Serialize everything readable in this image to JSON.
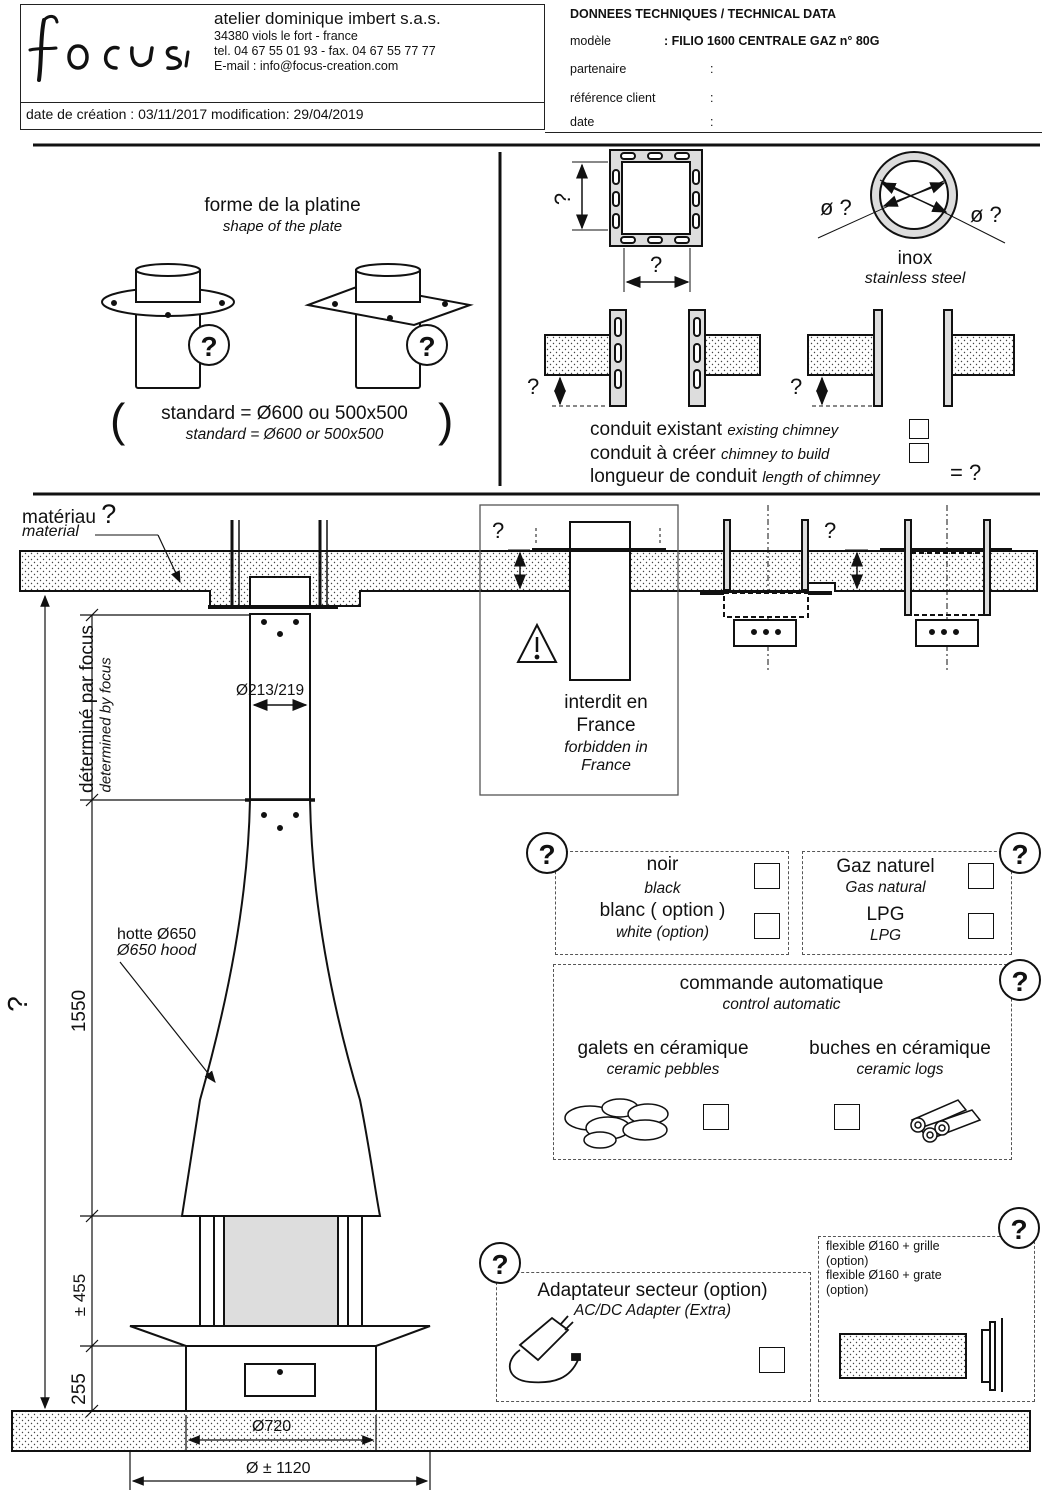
{
  "header": {
    "logo_text": "focus",
    "company": "atelier dominique imbert s.a.s.",
    "address": "34380 viols le fort  -   france",
    "phone": "tel. 04 67 55 01 93  -   fax. 04 67 55 77 77",
    "email": "E-mail : info@focus-creation.com",
    "dates": "date de création : 03/11/2017  modification: 29/04/2019"
  },
  "tech": {
    "title": "DONNEES TECHNIQUES / TECHNICAL DATA",
    "rows": [
      {
        "label": "modèle",
        "value": ": FILIO 1600 CENTRALE  GAZ n° 80G"
      },
      {
        "label": "partenaire",
        "value": ":"
      },
      {
        "label": "référence client",
        "value": ":"
      },
      {
        "label": "date",
        "value": ":"
      }
    ]
  },
  "plate": {
    "title_fr": "forme de la platine",
    "title_en": "shape of the plate",
    "std_fr": "standard = Ø600 ou 500x500",
    "std_en": "standard = Ø600 or 500x500",
    "open_paren": "(",
    "close_paren": ")"
  },
  "chimney": {
    "inox_fr": "inox",
    "inox_en": "stainless steel",
    "diam_label": "ø ?",
    "q": "?",
    "existing_fr": "conduit existant",
    "existing_en": "existing chimney",
    "create_fr": "conduit à créer",
    "create_en": "chimney to build",
    "length_fr": "longueur de conduit",
    "length_en": "length of chimney",
    "length_value": "= ?"
  },
  "material": {
    "fr": "matériau",
    "en": "material",
    "q": "?"
  },
  "forbidden": {
    "fr": "interdit en France",
    "en": "forbidden in France"
  },
  "dims": {
    "determined_fr": "déterminé par focus",
    "determined_en": "determined by focus",
    "pipe": "Ø213/219",
    "hood_fr": "hotte Ø650",
    "hood_en": "Ø650 hood",
    "h1550": "1550",
    "h455": "± 455",
    "h255": "255",
    "total": "?",
    "d720": "Ø720",
    "d1120": "Ø ± 1120"
  },
  "colors": {
    "black_fr": "noir",
    "black_en": "black",
    "white_fr": "blanc ( option )",
    "white_en": "white (option)"
  },
  "gas": {
    "natural_fr": "Gaz naturel",
    "natural_en": "Gas natural",
    "lpg_fr": "LPG",
    "lpg_en": "LPG"
  },
  "control": {
    "fr": "commande automatique",
    "en": "control automatic",
    "pebbles_fr": "galets en céramique",
    "pebbles_en": "ceramic pebbles",
    "logs_fr": "buches en céramique",
    "logs_en": "ceramic logs"
  },
  "adapter": {
    "fr": "Adaptateur secteur (option)",
    "en": "AC/DC Adapter (Extra)"
  },
  "flex": {
    "line1": "flexible Ø160 + grille",
    "line2": "(option)",
    "line3": "flexible Ø160 + grate",
    "line4": "(option)"
  },
  "q": "?"
}
